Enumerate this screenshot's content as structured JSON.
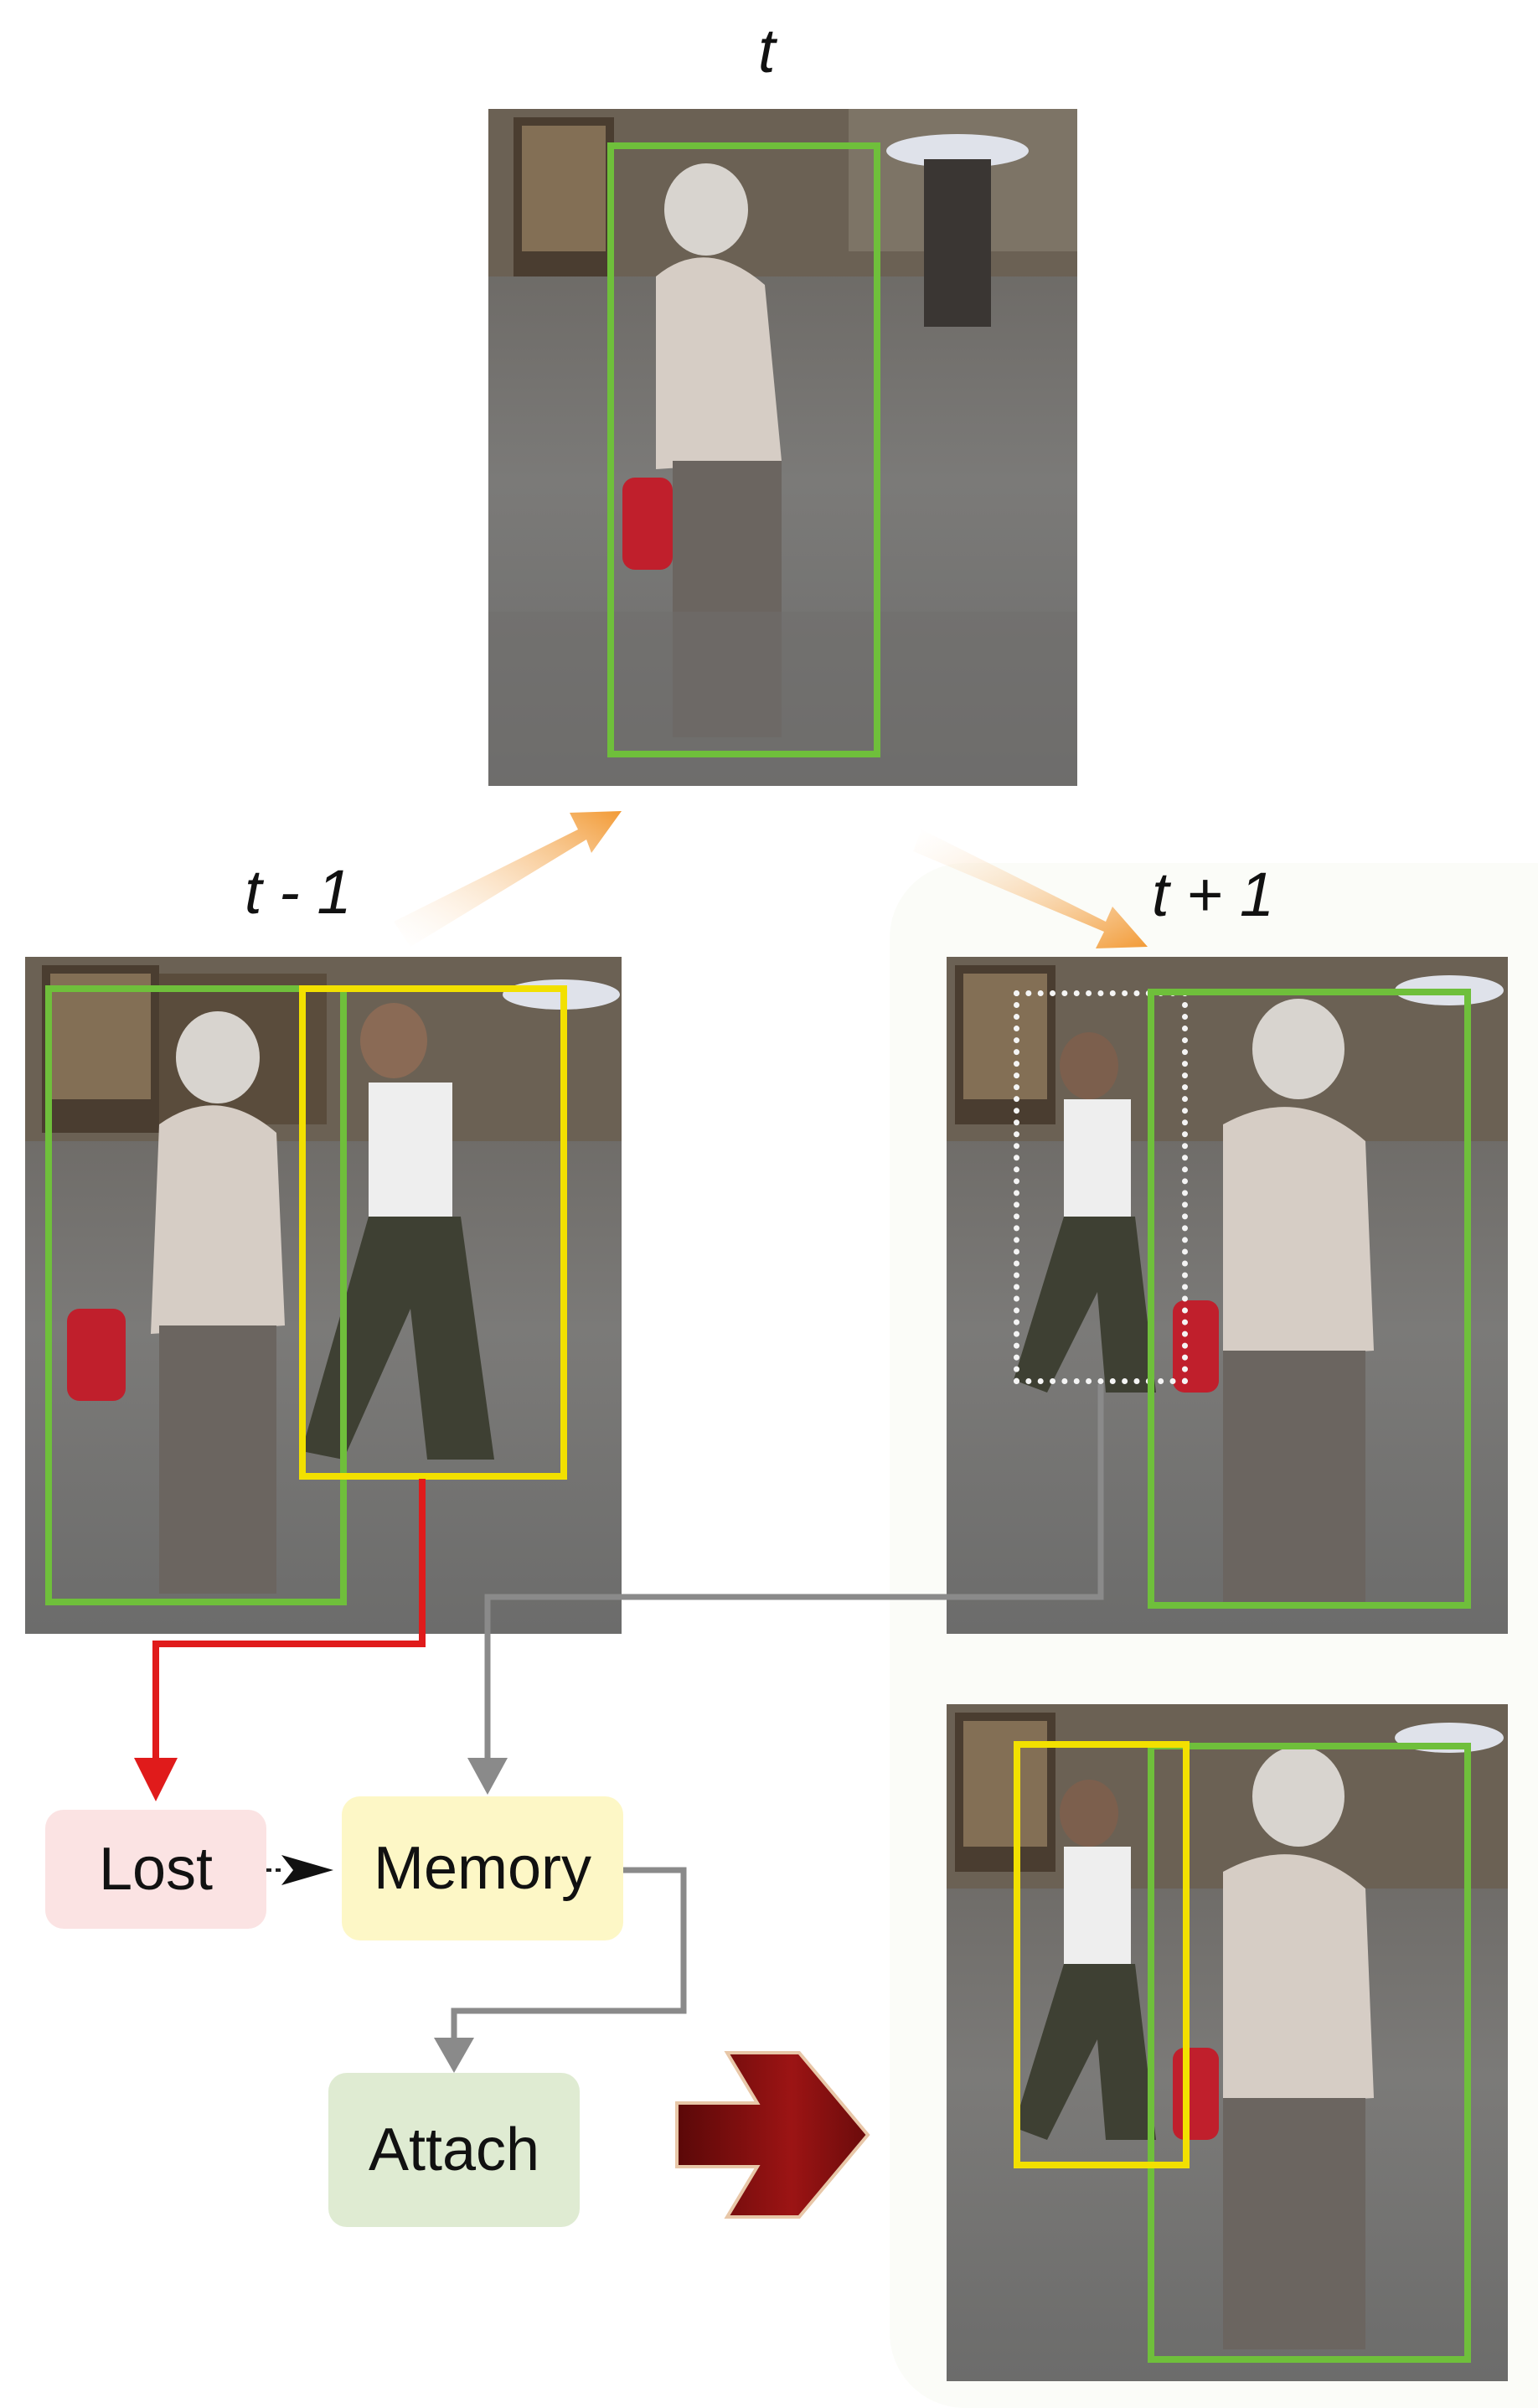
{
  "frames": {
    "t": "t",
    "t_minus_1": "t - 1",
    "t_plus_1": "t + 1"
  },
  "states": {
    "lost": "Lost",
    "memory": "Memory",
    "attach": "Attach"
  },
  "colors": {
    "green_box": "#6fbf3b",
    "yellow_box": "#f2e000",
    "lost_fill": "#fbe3e3",
    "memory_fill": "#fdf7c6",
    "attach_fill": "#dfebd2",
    "red_arrow": "#e01b1b",
    "gray_arrow": "#8a8a8a",
    "orange_arrow": "#f29a35",
    "dark_red_arrow": "#8b1111"
  },
  "icons": [
    "orange-arrow-icon",
    "dark-red-arrow-icon"
  ]
}
